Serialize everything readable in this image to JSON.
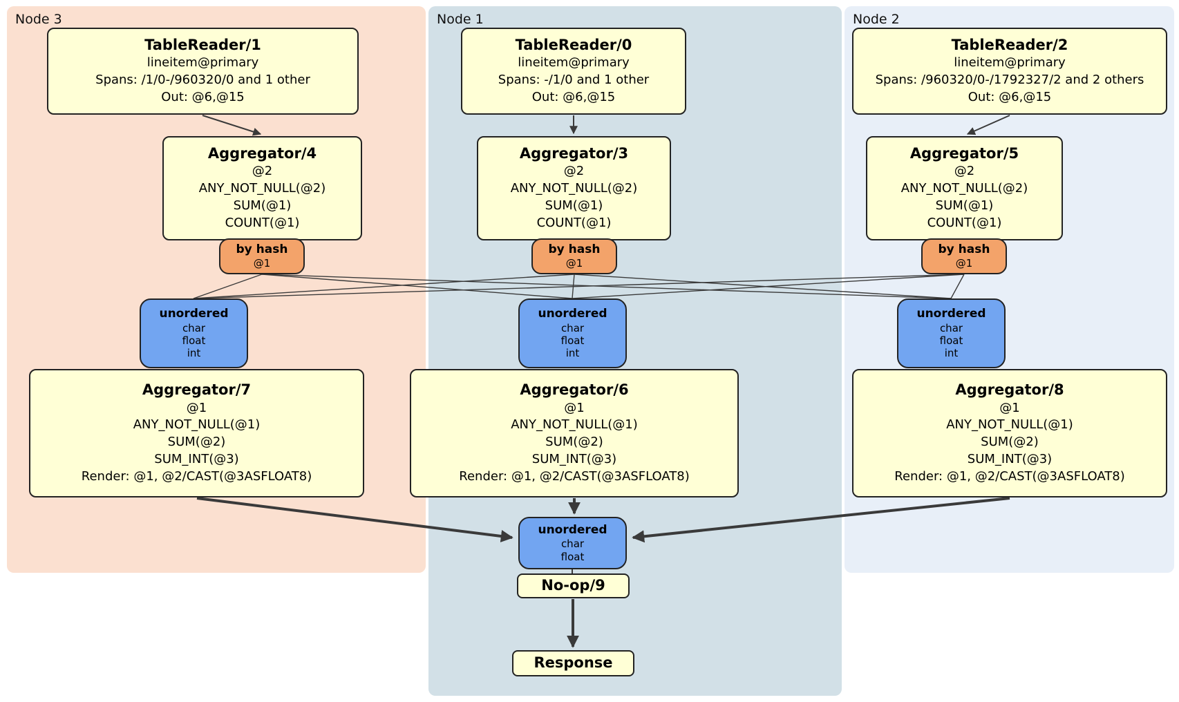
{
  "colors": {
    "panel_node3_bg": "#fbe0d0",
    "panel_node1_bg": "#d2e0e7",
    "panel_node2_bg": "#e8eff8",
    "box_yellow": "#ffffd6",
    "box_orange": "#f3a36a",
    "box_blue": "#72a5f1",
    "edge": "#3a3a3a"
  },
  "panels": {
    "node3": {
      "label": "Node 3"
    },
    "node1": {
      "label": "Node 1"
    },
    "node2": {
      "label": "Node 2"
    }
  },
  "boxes": {
    "tr1": {
      "title": "TableReader/1",
      "l1": "lineitem@primary",
      "l2": "Spans: /1/0-/960320/0 and 1 other",
      "l3": "Out: @6,@15"
    },
    "agg4": {
      "title": "Aggregator/4",
      "l1": "@2",
      "l2": "ANY_NOT_NULL(@2)",
      "l3": "SUM(@1)",
      "l4": "COUNT(@1)"
    },
    "hash3": {
      "title": "by hash",
      "sub": "@1"
    },
    "unord3": {
      "title": "unordered",
      "l1": "char",
      "l2": "float",
      "l3": "int"
    },
    "agg7": {
      "title": "Aggregator/7",
      "l1": "@1",
      "l2": "ANY_NOT_NULL(@1)",
      "l3": "SUM(@2)",
      "l4": "SUM_INT(@3)",
      "l5": "Render: @1, @2/CAST(@3ASFLOAT8)"
    },
    "tr0": {
      "title": "TableReader/0",
      "l1": "lineitem@primary",
      "l2": "Spans: -/1/0 and 1 other",
      "l3": "Out: @6,@15"
    },
    "agg3": {
      "title": "Aggregator/3",
      "l1": "@2",
      "l2": "ANY_NOT_NULL(@2)",
      "l3": "SUM(@1)",
      "l4": "COUNT(@1)"
    },
    "hash1": {
      "title": "by hash",
      "sub": "@1"
    },
    "unord1": {
      "title": "unordered",
      "l1": "char",
      "l2": "float",
      "l3": "int"
    },
    "agg6": {
      "title": "Aggregator/6",
      "l1": "@1",
      "l2": "ANY_NOT_NULL(@1)",
      "l3": "SUM(@2)",
      "l4": "SUM_INT(@3)",
      "l5": "Render: @1, @2/CAST(@3ASFLOAT8)"
    },
    "tr2": {
      "title": "TableReader/2",
      "l1": "lineitem@primary",
      "l2": "Spans: /960320/0-/1792327/2 and 2 others",
      "l3": "Out: @6,@15"
    },
    "agg5": {
      "title": "Aggregator/5",
      "l1": "@2",
      "l2": "ANY_NOT_NULL(@2)",
      "l3": "SUM(@1)",
      "l4": "COUNT(@1)"
    },
    "hash2": {
      "title": "by hash",
      "sub": "@1"
    },
    "unord2": {
      "title": "unordered",
      "l1": "char",
      "l2": "float",
      "l3": "int"
    },
    "agg8": {
      "title": "Aggregator/8",
      "l1": "@1",
      "l2": "ANY_NOT_NULL(@1)",
      "l3": "SUM(@2)",
      "l4": "SUM_INT(@3)",
      "l5": "Render: @1, @2/CAST(@3ASFLOAT8)"
    },
    "unordFinal": {
      "title": "unordered",
      "l1": "char",
      "l2": "float"
    },
    "noop": {
      "title": "No-op/9"
    },
    "response": {
      "title": "Response"
    }
  }
}
